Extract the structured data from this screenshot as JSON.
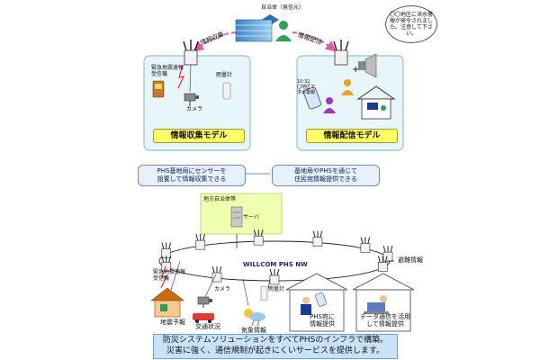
{
  "top": {
    "municipality": "自治体（発信元）",
    "arrow_collect": "情報収集",
    "arrow_deliver": "情報配信",
    "bubble_text": "〇〇地区に洪水警報が発令されました。注意して下さい。",
    "left_quake_receiver": "緊急地震速報\n受信機",
    "left_rain_gauge": "雨量計",
    "left_camera": "カメラ",
    "left_model": "情報収集モデル",
    "right_phone_text": "10:32\n〇地区で\n洪水警報",
    "right_model": "情報配信モデル"
  },
  "mid": {
    "callout_left": "PHS基地局にセンサーを\n設置して情報収集できる",
    "callout_right": "基地局やPHSを通じて\n住民宛情報提供できる"
  },
  "bottom": {
    "local_gov": "地方自治体等",
    "server": "サーバ",
    "network": "WILLCOM PHS NW",
    "evac_info": "避難情報",
    "quake_receiver": "緊急地震速報\n受信機",
    "camera": "カメラ",
    "rain_gauge": "雨量計",
    "label_quake": "地震予報",
    "label_traffic": "交通状況",
    "label_weather": "気象情報",
    "label_phs_info": "PHS宛に\n情報提供",
    "label_data_info": "データ通信を活用\nして情報提供"
  },
  "banner": {
    "line1": "防災システムソリューションをすべてPHSのインフラで構築。",
    "line2": "災害に強く、通信規制が起きにくいサービスを提供します。"
  },
  "colors": {
    "panel_fill": "#e8f6fa",
    "panel_border": "#8ec4d6",
    "model_fill": "#ffff66",
    "server_box": "#eeffb0",
    "banner_fill": "#c8e2f7",
    "arrow_pink": "#e05aa8"
  }
}
